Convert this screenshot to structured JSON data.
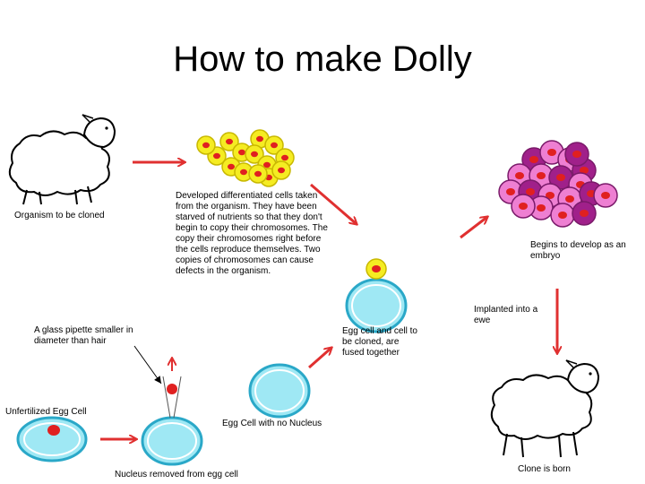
{
  "title": "How to make Dolly",
  "labels": {
    "organism": "Organism to be cloned",
    "cells": "Developed differentiated cells taken from the organism.  They have been starved of nutrients so that they don't begin to copy their chromosomes.  The copy their chromosomes right before the cells reproduce themselves.  Two copies of chromosomes can cause defects in the organism.",
    "embryo": "Begins to develop as an embryo",
    "implanted": "Implanted into a ewe",
    "pipette": "A glass pipette smaller in diameter than hair",
    "fused": "Egg cell and cell to be cloned, are fused together",
    "unfertilized": "Unfertilized Egg Cell",
    "no_nucleus": "Egg Cell with no Nucleus",
    "nucleus_removed": "Nucleus removed from egg cell",
    "clone": "Clone is born"
  },
  "colors": {
    "arrow": "#e03030",
    "nucleus": "#e02020",
    "cell_yellow": "#f5ec22",
    "cell_pink": "#ee7fd2",
    "cell_purple": "#a0208a",
    "egg_fill": "#9fe8f4",
    "egg_stroke": "#2aa8c8"
  }
}
